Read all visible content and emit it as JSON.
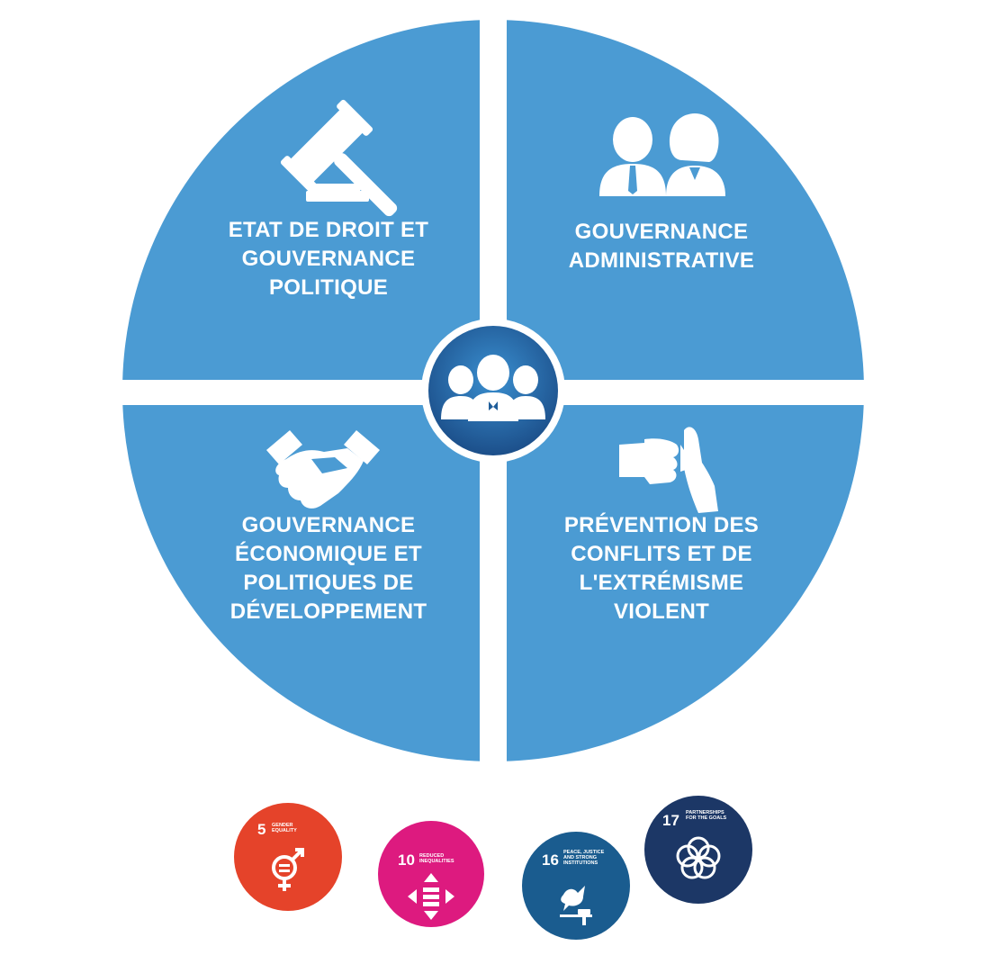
{
  "quadrants": {
    "top_left": {
      "lines": [
        "ETAT DE DROIT ET",
        "GOUVERNANCE",
        "POLITIQUE"
      ],
      "icon": "gavel-icon"
    },
    "top_right": {
      "lines": [
        "GOUVERNANCE",
        "ADMINISTRATIVE"
      ],
      "icon": "man-woman-icon"
    },
    "bottom_left": {
      "lines": [
        "GOUVERNANCE",
        "ÉCONOMIQUE ET",
        "POLITIQUES DE",
        "DÉVELOPPEMENT"
      ],
      "icon": "handshake-icon"
    },
    "bottom_right": {
      "lines": [
        "PRÉVENTION DES",
        "CONFLITS ET DE",
        "L'EXTRÉMISME",
        "VIOLENT"
      ],
      "icon": "fist-hand-icon"
    }
  },
  "center": {
    "icon": "group-of-people-icon"
  },
  "sdgs": [
    {
      "number": "5",
      "label": "GENDER EQUALITY",
      "color": "#e5432a",
      "icon": "gender-equality-icon"
    },
    {
      "number": "10",
      "label": "REDUCED INEQUALITIES",
      "color": "#dd1a7f",
      "icon": "reduced-inequalities-icon"
    },
    {
      "number": "16",
      "label": "PEACE, JUSTICE AND STRONG INSTITUTIONS",
      "color": "#1a5c8f",
      "icon": "dove-gavel-icon"
    },
    {
      "number": "17",
      "label": "PARTNERSHIPS FOR THE GOALS",
      "color": "#1c3766",
      "icon": "partnership-rings-icon"
    }
  ],
  "colors": {
    "quadrant": "#4b9bd3",
    "center_dark": "#1f5d99",
    "center_light": "#3a8fd0"
  }
}
